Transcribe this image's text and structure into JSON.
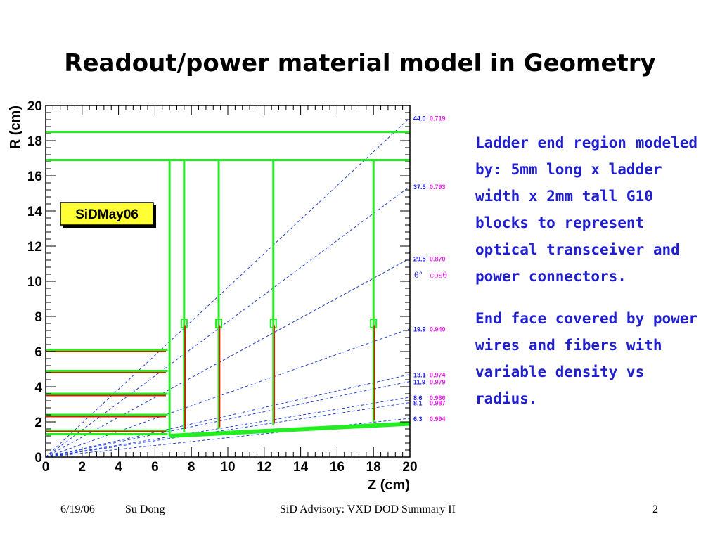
{
  "slide": {
    "title": "Readout/power material model in Geometry",
    "notes": [
      "Ladder end region modeled by: 5mm long x ladder width x 2mm tall G10 blocks to represent optical transceiver and power connectors.",
      "End face covered by power wires and fibers with variable density vs radius."
    ],
    "footer": {
      "date": "6/19/06",
      "author": "Su Dong",
      "center": "SiD Advisory: VXD DOD Summary II",
      "page": "2"
    }
  },
  "colors": {
    "geometry": "#22ee22",
    "power": "#cc2200",
    "rays": "#2244dd",
    "theta_text": "#1a1aee",
    "cos_text": "#ee22ee",
    "notes_text": "#1f1fd0",
    "badge_fill": "#ffff33"
  },
  "chart_data": {
    "type": "line",
    "title": "",
    "xlabel": "Z (cm)",
    "ylabel": "R (cm)",
    "xlim": [
      0,
      20
    ],
    "ylim": [
      0,
      20
    ],
    "x_ticks": [
      0,
      2,
      4,
      6,
      8,
      10,
      12,
      14,
      16,
      18,
      20
    ],
    "y_ticks": [
      0,
      2,
      4,
      6,
      8,
      10,
      12,
      14,
      16,
      18,
      20
    ],
    "grid": false,
    "badge": "SiDMay06",
    "angle_header": {
      "theta": "θ°",
      "cos": "cosθ"
    },
    "series": [
      {
        "type": "hline",
        "y": 18.5,
        "x": [
          0,
          20
        ]
      },
      {
        "type": "hline",
        "y": 16.9,
        "x": [
          0,
          20
        ]
      },
      {
        "type": "hline",
        "y": 6.1,
        "x": [
          0,
          6.7
        ]
      },
      {
        "type": "hline",
        "y": 4.9,
        "x": [
          0,
          6.7
        ]
      },
      {
        "type": "hline",
        "y": 3.6,
        "x": [
          0,
          6.7
        ]
      },
      {
        "type": "hline",
        "y": 2.4,
        "x": [
          0,
          6.7
        ]
      },
      {
        "type": "hline",
        "y": 1.5,
        "x": [
          0,
          6.7
        ]
      },
      {
        "type": "hline",
        "y": 1.3,
        "x": [
          0,
          6.7
        ]
      },
      {
        "type": "vline",
        "x": 6.8,
        "y": [
          1.2,
          16.9
        ]
      },
      {
        "type": "vline",
        "x": 7.6,
        "y": [
          1.4,
          16.9
        ]
      },
      {
        "type": "vline",
        "x": 9.5,
        "y": [
          1.6,
          16.9
        ]
      },
      {
        "type": "vline",
        "x": 12.5,
        "y": [
          1.8,
          16.9
        ]
      },
      {
        "type": "vline",
        "x": 18.0,
        "y": [
          2.0,
          16.9
        ]
      },
      {
        "type": "line",
        "x": [
          6.8,
          20
        ],
        "y": [
          1.2,
          1.9
        ]
      }
    ],
    "power_lines": [
      {
        "type": "hline",
        "y": 6.0,
        "x": [
          0,
          6.6
        ]
      },
      {
        "type": "hline",
        "y": 4.8,
        "x": [
          0,
          6.6
        ]
      },
      {
        "type": "hline",
        "y": 3.5,
        "x": [
          0,
          6.6
        ]
      },
      {
        "type": "hline",
        "y": 2.3,
        "x": [
          0,
          6.6
        ]
      },
      {
        "type": "hline",
        "y": 1.45,
        "x": [
          0,
          6.6
        ]
      },
      {
        "type": "vline",
        "x": 7.65,
        "y": [
          1.6,
          7.5
        ]
      },
      {
        "type": "vline",
        "x": 9.55,
        "y": [
          1.7,
          7.5
        ]
      },
      {
        "type": "vline",
        "x": 12.55,
        "y": [
          1.9,
          7.5
        ]
      },
      {
        "type": "vline",
        "x": 18.05,
        "y": [
          2.1,
          7.5
        ]
      }
    ],
    "connector_boxes": [
      {
        "x": 7.6,
        "y": 7.6
      },
      {
        "x": 9.5,
        "y": 7.6
      },
      {
        "x": 12.5,
        "y": 7.6
      },
      {
        "x": 18.0,
        "y": 7.6
      }
    ],
    "rays": [
      {
        "theta": "44.0",
        "cos": "0.719",
        "r_end": 19.3
      },
      {
        "theta": "37.5",
        "cos": "0.793",
        "r_end": 15.4
      },
      {
        "theta": "29.5",
        "cos": "0.870",
        "r_end": 11.3
      },
      {
        "theta": "19.9",
        "cos": "0.940",
        "r_end": 7.3
      },
      {
        "theta": "13.1",
        "cos": "0.974",
        "r_end": 4.7
      },
      {
        "theta": "11.9",
        "cos": "0.979",
        "r_end": 4.3
      },
      {
        "theta": "8.6",
        "cos": "0.986",
        "r_end": 3.4
      },
      {
        "theta": "8.1",
        "cos": "0.987",
        "r_end": 3.1
      },
      {
        "theta": "6.3",
        "cos": "0.994",
        "r_end": 2.2
      }
    ]
  }
}
